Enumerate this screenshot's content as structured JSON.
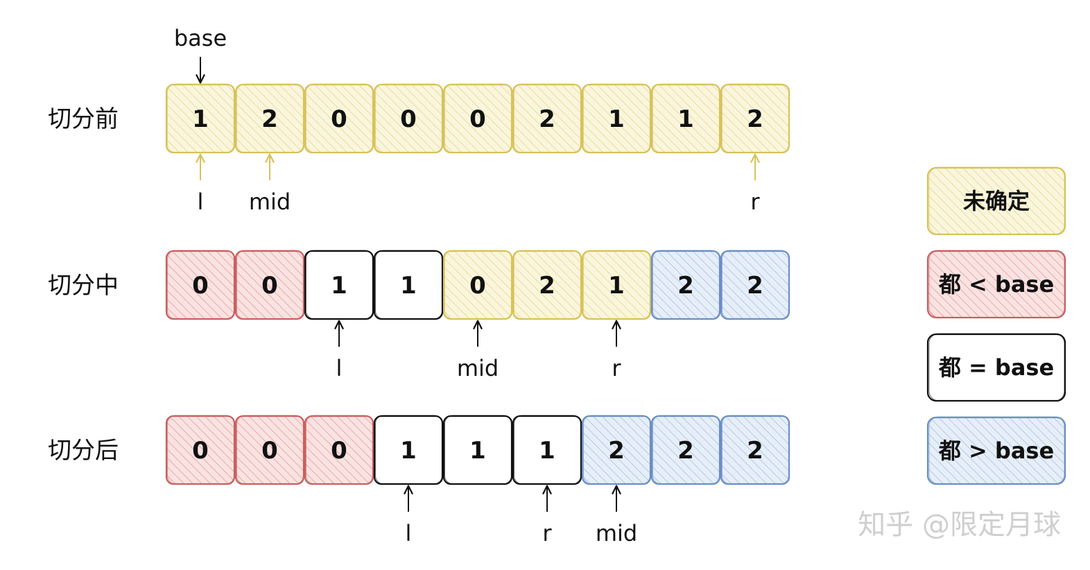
{
  "colors": {
    "undetermined": {
      "stroke": "#d8c25a",
      "fill": "#faf6dd",
      "hatch": "#e9dc9a"
    },
    "less": {
      "stroke": "#c9605f",
      "fill": "#f9e3e2",
      "hatch": "#e8a9a7"
    },
    "equal": {
      "stroke": "#111111",
      "fill": "#ffffff",
      "hatch": "none"
    },
    "greater": {
      "stroke": "#6a8fc4",
      "fill": "#e6eef8",
      "hatch": "#b6c9e6"
    }
  },
  "rows": [
    {
      "label": "切分前",
      "cells": [
        {
          "value": "1",
          "state": "undetermined"
        },
        {
          "value": "2",
          "state": "undetermined"
        },
        {
          "value": "0",
          "state": "undetermined"
        },
        {
          "value": "0",
          "state": "undetermined"
        },
        {
          "value": "0",
          "state": "undetermined"
        },
        {
          "value": "2",
          "state": "undetermined"
        },
        {
          "value": "1",
          "state": "undetermined"
        },
        {
          "value": "1",
          "state": "undetermined"
        },
        {
          "value": "2",
          "state": "undetermined"
        }
      ],
      "top_pointers": [
        {
          "label": "base",
          "index": 0
        }
      ],
      "bottom_pointers": [
        {
          "label": "l",
          "index": 0,
          "color": "#d8c25a"
        },
        {
          "label": "mid",
          "index": 1,
          "color": "#d8c25a"
        },
        {
          "label": "r",
          "index": 8,
          "color": "#d8c25a"
        }
      ]
    },
    {
      "label": "切分中",
      "cells": [
        {
          "value": "0",
          "state": "less"
        },
        {
          "value": "0",
          "state": "less"
        },
        {
          "value": "1",
          "state": "equal"
        },
        {
          "value": "1",
          "state": "equal"
        },
        {
          "value": "0",
          "state": "undetermined"
        },
        {
          "value": "2",
          "state": "undetermined"
        },
        {
          "value": "1",
          "state": "undetermined"
        },
        {
          "value": "2",
          "state": "greater"
        },
        {
          "value": "2",
          "state": "greater"
        }
      ],
      "top_pointers": [],
      "bottom_pointers": [
        {
          "label": "l",
          "index": 2,
          "color": "#111111"
        },
        {
          "label": "mid",
          "index": 4,
          "color": "#111111"
        },
        {
          "label": "r",
          "index": 6,
          "color": "#111111"
        }
      ]
    },
    {
      "label": "切分后",
      "cells": [
        {
          "value": "0",
          "state": "less"
        },
        {
          "value": "0",
          "state": "less"
        },
        {
          "value": "0",
          "state": "less"
        },
        {
          "value": "1",
          "state": "equal"
        },
        {
          "value": "1",
          "state": "equal"
        },
        {
          "value": "1",
          "state": "equal"
        },
        {
          "value": "2",
          "state": "greater"
        },
        {
          "value": "2",
          "state": "greater"
        },
        {
          "value": "2",
          "state": "greater"
        }
      ],
      "top_pointers": [],
      "bottom_pointers": [
        {
          "label": "l",
          "index": 3,
          "color": "#111111"
        },
        {
          "label": "r",
          "index": 5,
          "color": "#111111"
        },
        {
          "label": "mid",
          "index": 6,
          "color": "#111111"
        }
      ]
    }
  ],
  "legend": [
    {
      "state": "undetermined",
      "text": "未确定"
    },
    {
      "state": "less",
      "text": "都 < base"
    },
    {
      "state": "equal",
      "text": "都 = base"
    },
    {
      "state": "greater",
      "text": "都 > base"
    }
  ],
  "watermark": "知乎 @限定月球"
}
